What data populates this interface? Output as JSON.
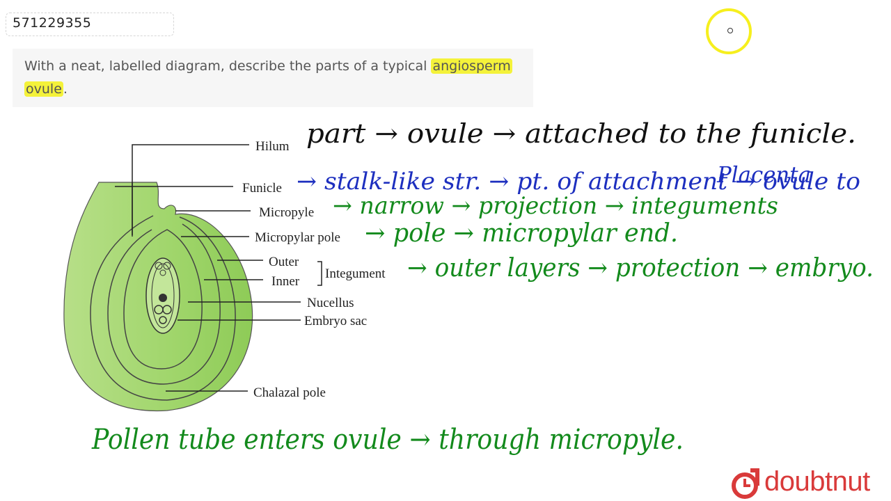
{
  "question_id": "571229355",
  "question": {
    "prefix": "With a neat, labelled diagram, describe the parts of a typical ",
    "highlight_1": "angiosperm",
    "line_break_highlight": "ovule",
    "suffix": "."
  },
  "diagram_labels": {
    "hilum": "Hilum",
    "funicle": "Funicle",
    "micropyle": "Micropyle",
    "micropylar_pole": "Micropylar pole",
    "outer": "Outer",
    "inner": "Inner",
    "integument": "Integument",
    "nucellus": "Nucellus",
    "embryo_sac": "Embryo sac",
    "chalazal_pole": "Chalazal pole"
  },
  "handwritten_notes": {
    "hilum_note": "part → ovule → attached to the funicle.",
    "funicle_note": "→ stalk-like str. → pt. of attachment → ovule to",
    "funicle_note_2": "Placenta",
    "micropyle_note": "→ narrow → projection → integuments",
    "micropylar_pole_note": "→ pole → micropylar end.",
    "integument_note": "→ outer layers → protection → embryo.",
    "bottom_note": "Pollen tube enters ovule → through micropyle."
  },
  "colors": {
    "highlight": "#f4f23a",
    "ink_black": "#111111",
    "ink_blue": "#1d2fbf",
    "ink_green": "#138a1c",
    "ovule_fill": "#9fd56a",
    "brand_red": "#d93a3a"
  },
  "brand": {
    "name": "doubtnut"
  }
}
